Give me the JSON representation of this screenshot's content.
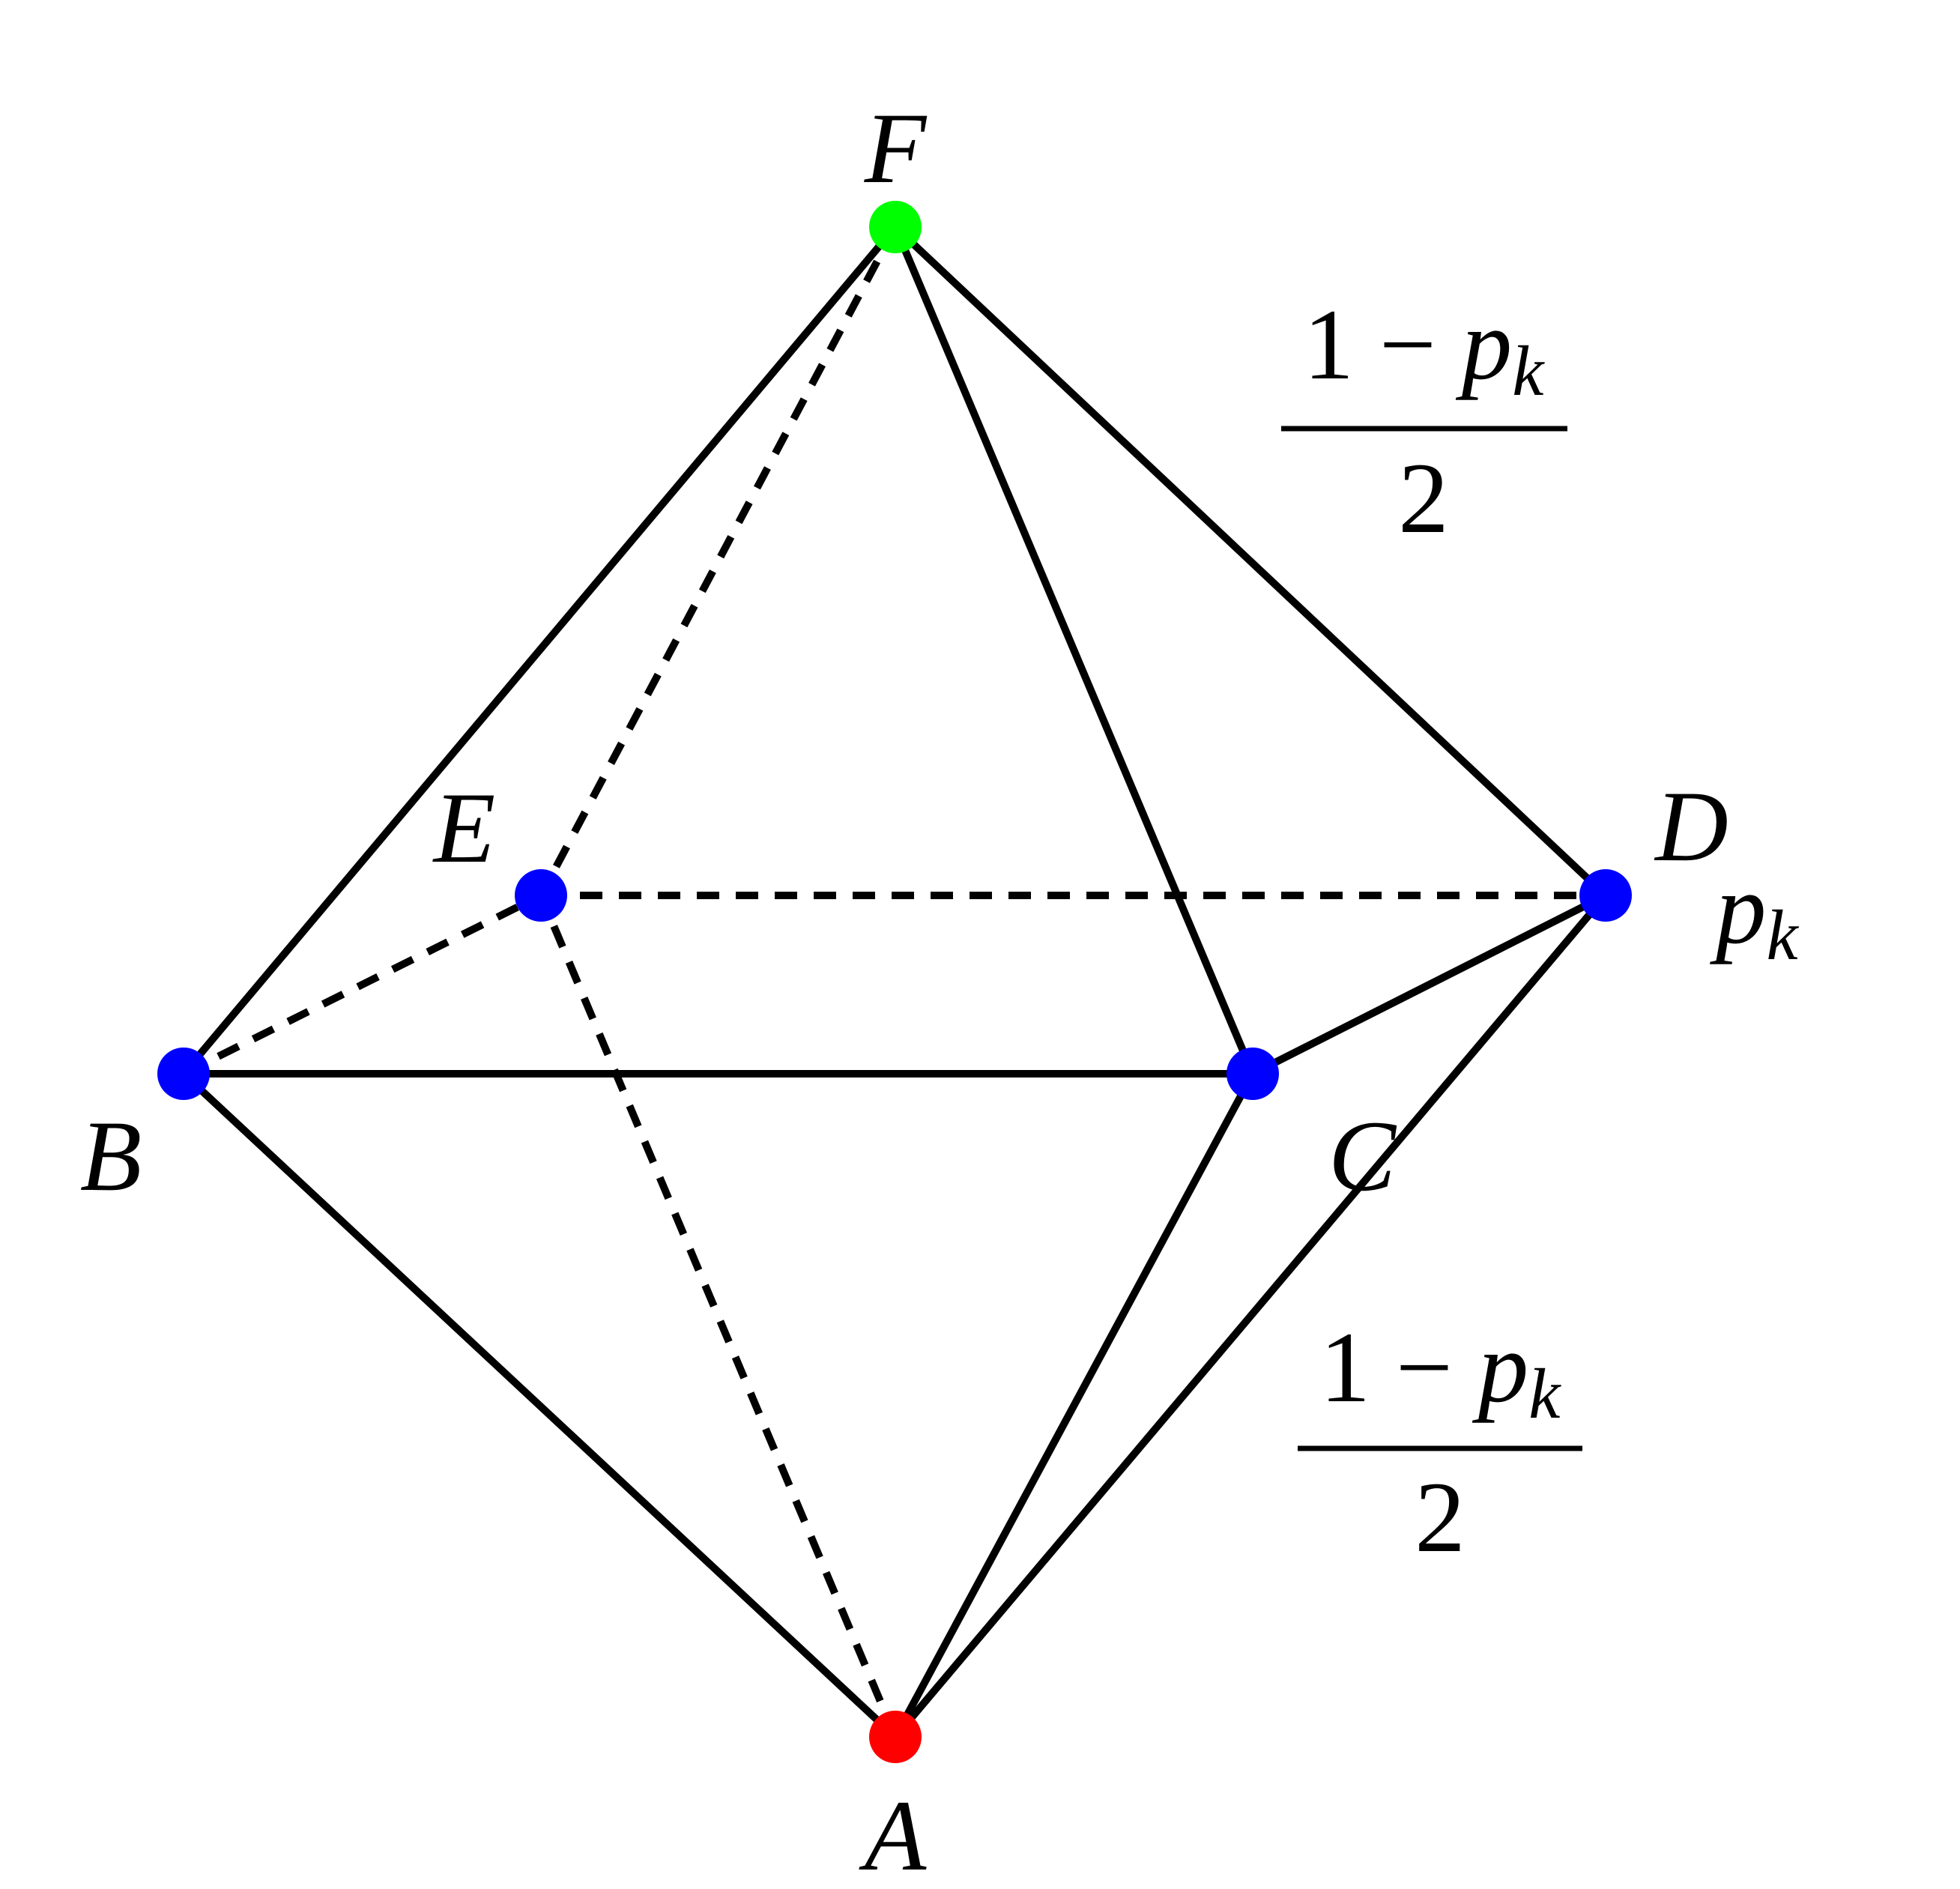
{
  "vertices": [
    {
      "id": "A",
      "label": "A",
      "color": "#ff0000"
    },
    {
      "id": "B",
      "label": "B",
      "color": "#0000ff"
    },
    {
      "id": "C",
      "label": "C",
      "color": "#0000ff"
    },
    {
      "id": "D",
      "label": "D",
      "color": "#0000ff"
    },
    {
      "id": "E",
      "label": "E",
      "color": "#0000ff"
    },
    {
      "id": "F",
      "label": "F",
      "color": "#00ff00"
    }
  ],
  "edges": [
    {
      "from": "F",
      "to": "B",
      "style": "solid"
    },
    {
      "from": "F",
      "to": "C",
      "style": "solid"
    },
    {
      "from": "F",
      "to": "D",
      "style": "solid"
    },
    {
      "from": "F",
      "to": "E",
      "style": "dashed"
    },
    {
      "from": "B",
      "to": "C",
      "style": "solid"
    },
    {
      "from": "C",
      "to": "D",
      "style": "solid"
    },
    {
      "from": "E",
      "to": "D",
      "style": "dashed"
    },
    {
      "from": "B",
      "to": "E",
      "style": "dashed"
    },
    {
      "from": "A",
      "to": "B",
      "style": "solid"
    },
    {
      "from": "A",
      "to": "C",
      "style": "solid"
    },
    {
      "from": "A",
      "to": "D",
      "style": "solid"
    },
    {
      "from": "A",
      "to": "E",
      "style": "dashed"
    }
  ],
  "annotations": {
    "top_fraction": {
      "numerator_prefix": "1 − ",
      "numerator_var": "p",
      "numerator_sub": "k",
      "denominator": "2"
    },
    "middle_label": {
      "var": "p",
      "sub": "k"
    },
    "bottom_fraction": {
      "numerator_prefix": "1 − ",
      "numerator_var": "p",
      "numerator_sub": "k",
      "denominator": "2"
    }
  }
}
